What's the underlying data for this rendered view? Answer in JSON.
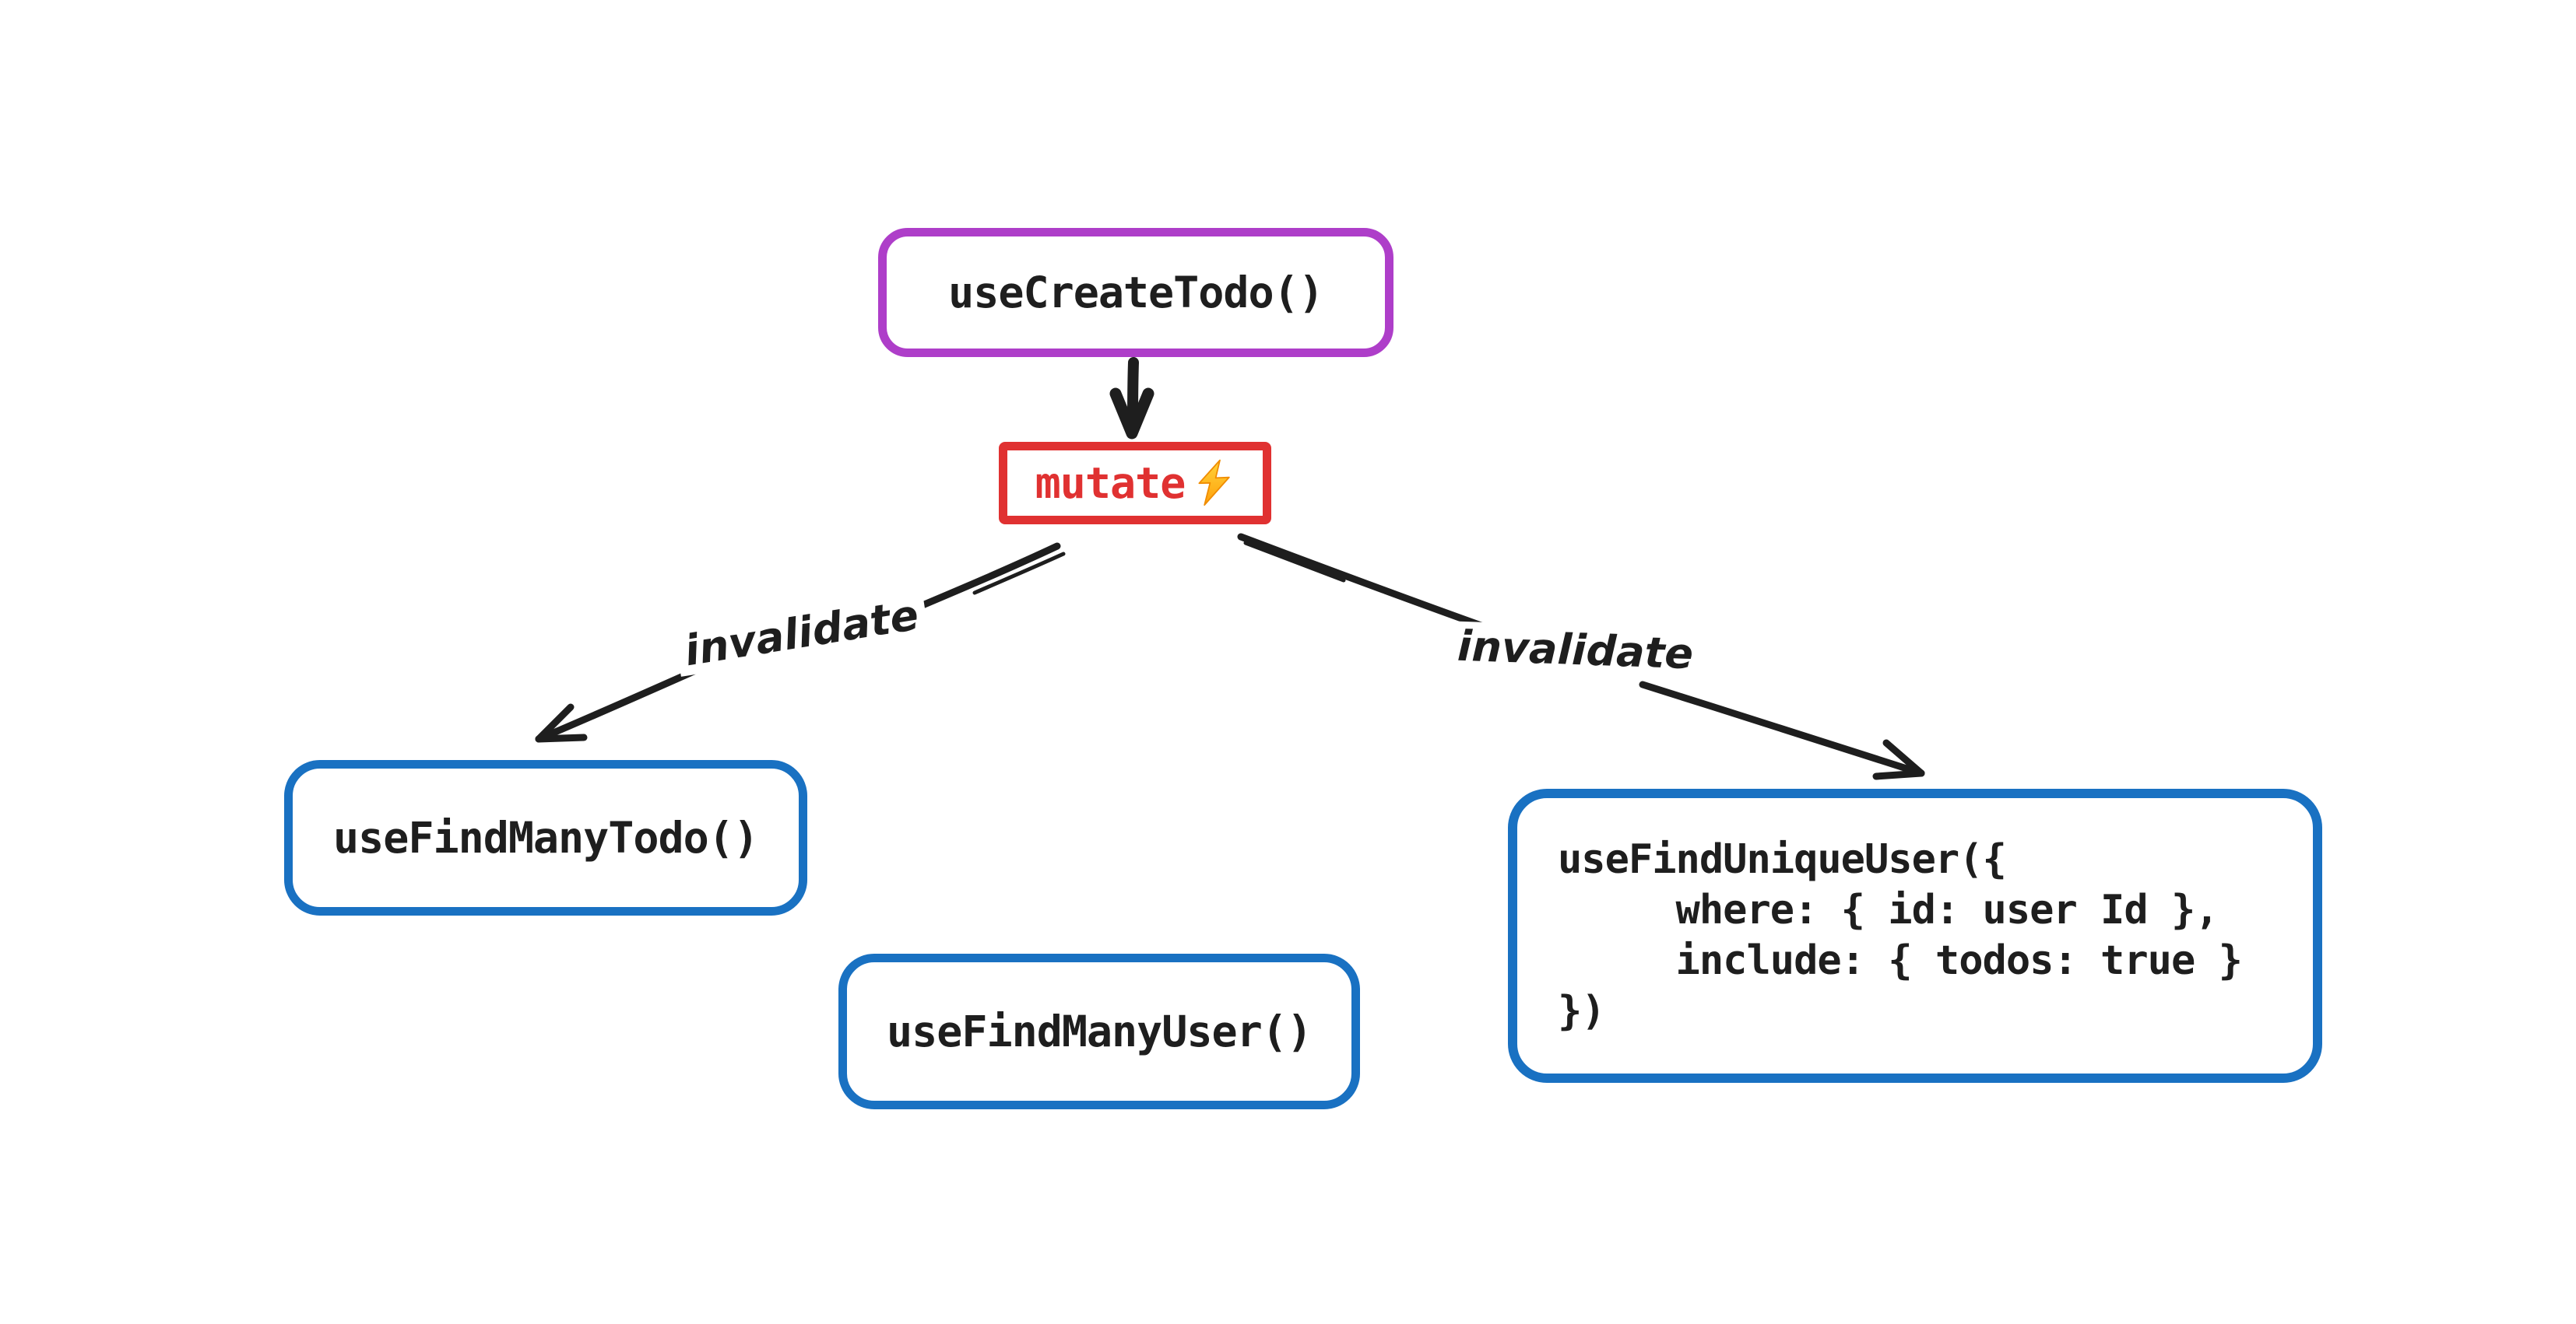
{
  "diagram": {
    "background": "#ffffff",
    "colors": {
      "purple_border": "#ae3ec9",
      "blue_border": "#1971c2",
      "red_border": "#e03131",
      "ink": "#1e1e1e",
      "bolt_yellow": "#ffd43b",
      "bolt_orange": "#ff9f0a"
    },
    "nodes": {
      "use_create_todo": {
        "label": "useCreateTodo()"
      },
      "mutate": {
        "label": "mutate",
        "icon": "lightning-bolt-icon"
      },
      "use_find_many_todo": {
        "label": "useFindManyTodo()"
      },
      "use_find_many_user": {
        "label": "useFindManyUser()"
      },
      "use_find_unique_user": {
        "lines": [
          "useFindUniqueUser({",
          "     where: { id: user Id },",
          "     include: { todos: true }",
          "})"
        ]
      }
    },
    "edges": {
      "create_to_mutate": {
        "label": ""
      },
      "mutate_to_find_many_todo": {
        "label": "invalidate"
      },
      "mutate_to_find_unique_user": {
        "label": "invalidate"
      }
    }
  }
}
